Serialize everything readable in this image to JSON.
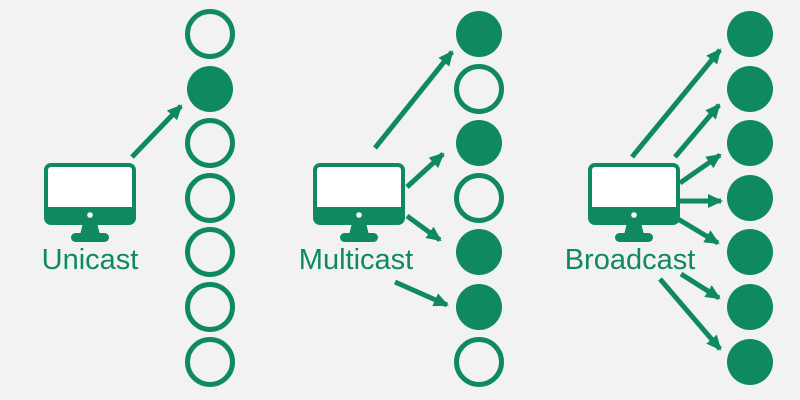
{
  "colors": {
    "accent": "#0E8A5E",
    "background": "#F2F2F2",
    "screen_fill": "#FFFFFF"
  },
  "node_count_per_section": 7,
  "sections": [
    {
      "id": "unicast",
      "label": "Unicast",
      "receivers": [
        false,
        true,
        false,
        false,
        false,
        false,
        false
      ],
      "arrow_targets": [
        1
      ]
    },
    {
      "id": "multicast",
      "label": "Multicast",
      "receivers": [
        true,
        false,
        true,
        false,
        true,
        true,
        false
      ],
      "arrow_targets": [
        0,
        2,
        4,
        5
      ]
    },
    {
      "id": "broadcast",
      "label": "Broadcast",
      "receivers": [
        true,
        true,
        true,
        true,
        true,
        true,
        true
      ],
      "arrow_targets": [
        0,
        1,
        2,
        3,
        4,
        5,
        6
      ]
    }
  ]
}
